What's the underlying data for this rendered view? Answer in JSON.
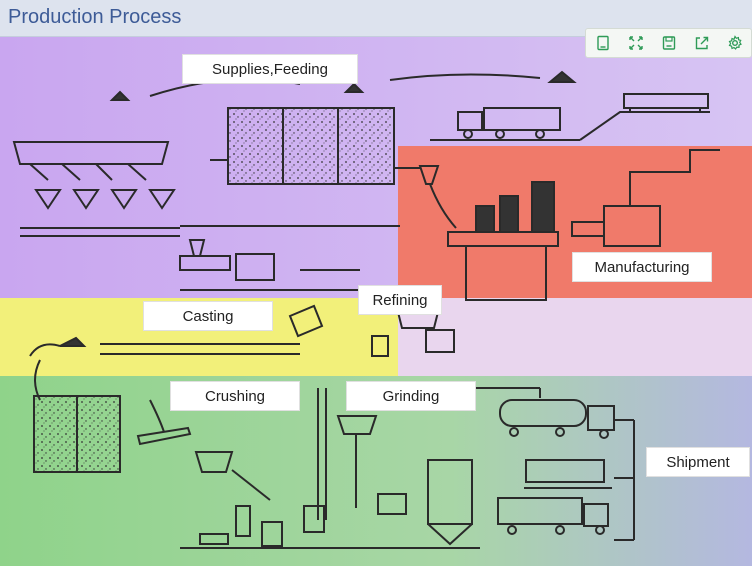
{
  "window": {
    "title": "Production Process"
  },
  "toolbar": {
    "buttons": [
      {
        "name": "view-data-button",
        "icon": "document-icon"
      },
      {
        "name": "fullscreen-button",
        "icon": "expand-icon"
      },
      {
        "name": "save-image-button",
        "icon": "save-icon"
      },
      {
        "name": "export-button",
        "icon": "share-icon"
      },
      {
        "name": "settings-button",
        "icon": "gear-icon"
      }
    ],
    "color": "#2e9b57"
  },
  "regions": [
    {
      "name": "supplies-feeding",
      "color": "#c9a6f0"
    },
    {
      "name": "manufacturing",
      "color": "#f07a6a"
    },
    {
      "name": "casting",
      "color": "#f2f07a"
    },
    {
      "name": "grinding",
      "color": "#9ed69a"
    },
    {
      "name": "shipment",
      "color": "#b4b8e0"
    }
  ],
  "labels": {
    "supplies_feeding": "Supplies,Feeding",
    "manufacturing": "Manufacturing",
    "refining": "Refining",
    "casting": "Casting",
    "crushing": "Crushing",
    "grinding": "Grinding",
    "shipment": "Shipment"
  }
}
